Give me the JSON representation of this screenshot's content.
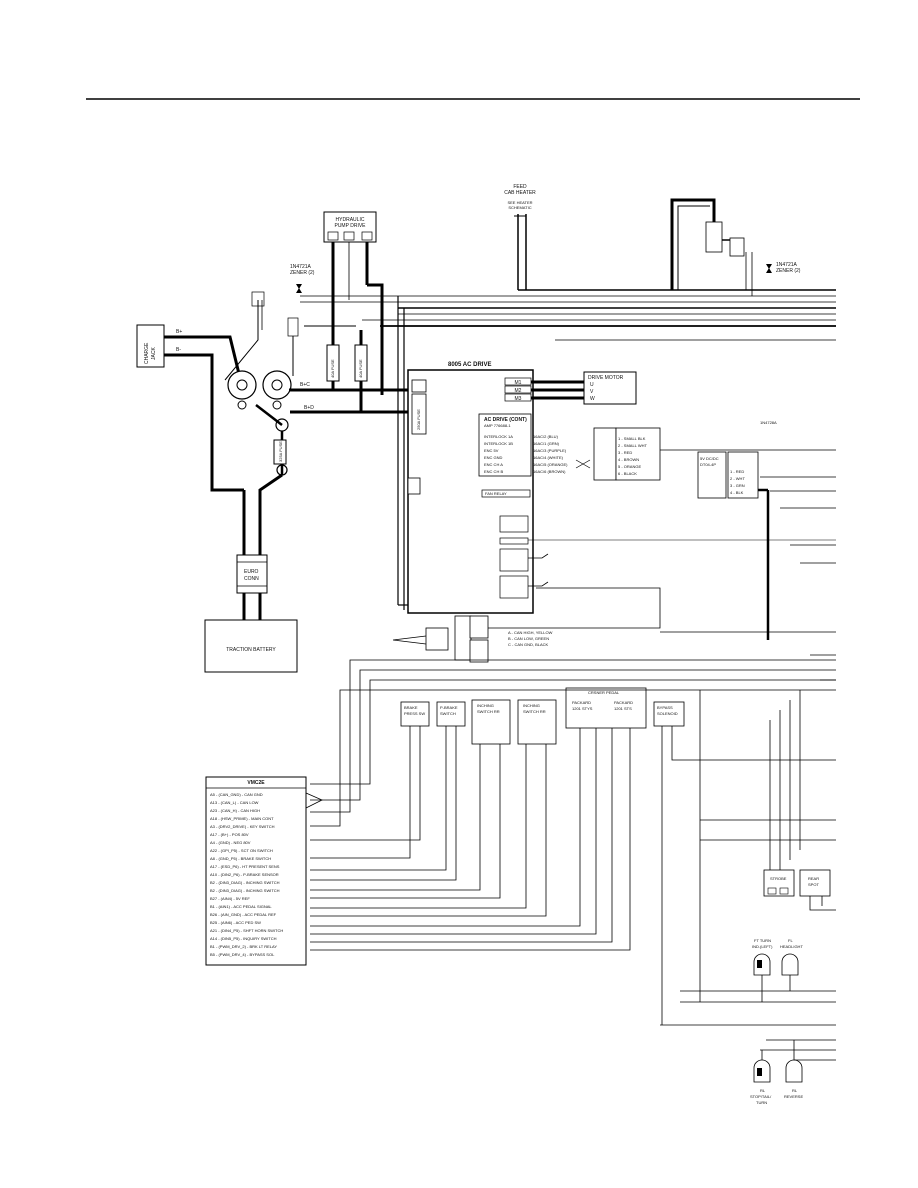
{
  "labels": {
    "feed_1": "FEED",
    "feed_2": "CAB HEATER",
    "heater_1": "SEE HEATER",
    "heater_2": "SCHEMATIC",
    "hyd_1": "HYDRAULIC",
    "hyd_2": "PUMP DRIVE",
    "diode_left_1": "1N4721A",
    "diode_left_2": "ZENER (2)",
    "diode_right_1": "1N4721A",
    "diode_right_2": "ZENER (2)",
    "charge_1": "CHARGE",
    "charge_2": "JACK",
    "b_plus": "B+",
    "b_minus": "B-",
    "ac_drive_title": "8005 AC DRIVE",
    "drive_motor": "DRIVE MOTOR",
    "motor_u": "U",
    "motor_v": "V",
    "motor_w": "W",
    "m1": "M1",
    "m2": "M2",
    "m3": "M3",
    "conn_title": "AC DRIVE (CONT)",
    "conn_sub": "AMP 776688-1",
    "fan_relay": "FAN RELAY",
    "traction_battery": "TRACTION BATTERY",
    "euro_1": "EURO",
    "euro_2": "CONN",
    "can_a": "A - CAN HIGH, YELLOW",
    "can_b": "B - CAN LOW, GREEN",
    "can_c": "C - CAN GND, BLACK",
    "brake_1": "BRAKE",
    "brake_2": "PRESS SW",
    "pbrake_1": "P-BRAKE",
    "pbrake_2": "SWITCH",
    "inch_fr_1": "INCHING",
    "inch_fr_2": "SWITCH RR",
    "inch_rr_1": "INCHING",
    "inch_rr_2": "SWITCH RR",
    "pedal": "CRSNER PEDAL",
    "packard_a1": "PACKARD",
    "packard_a2": "1201 STYS",
    "packard_b1": "PACKARD",
    "packard_b2": "1201 STS",
    "bypass_1": "BYPASS",
    "bypass_2": "SOLENOID",
    "vmc_title": "VMC2E",
    "strobe": "STROBE",
    "rear_1": "REAR",
    "rear_2": "SPOT",
    "ft_1": "FT TURN",
    "ft_2": "IND.(LEFT)",
    "hl_1": "FL",
    "hl_2": "HEADLIGHT",
    "rl_1": "RL",
    "rl_2": "STOP/TAIL/",
    "rl_3": "TURN",
    "rev_1": "RL",
    "rev_2": "REVERSE",
    "dcdc_1": "5V DC/DC",
    "dcdc_2": "DT04-4P",
    "diode_mid": "1N4728A"
  },
  "ac_pins": [
    "INTERLOCK 1A",
    "INTERLOCK 1B",
    "ENC 5V",
    "ENC GND",
    "ENC CH A",
    "ENC CH B"
  ],
  "ac_wires": [
    "16AC/2 (BLU)",
    "16AC/1 (GRN)",
    "16AC/3 (PURPLE)",
    "16AC/4 (WHITE)",
    "16AC/5 (ORANGE)",
    "16AC/6 (BROWN)"
  ],
  "enc_pins": [
    "1 - SMALL BLK",
    "2 - SMALL WHT",
    "3 - RED",
    "4 - BROWN",
    "5 - ORANGE",
    "6 - BLACK"
  ],
  "dcdc_pins": [
    "1 - RED",
    "2 - WHT",
    "3 - GRN",
    "4 - BLK"
  ],
  "vmc_rows": [
    "A5 - (CAN_GND) - CAN GND",
    "A13 - (CAN_L) - CAN LOW",
    "A23 - (CAN_H) - CAN HIGH",
    "A18 - (HSW_PRIME) - MAIN CONT",
    "A3 - (DRV2_DRIVE) - KEY SWITCH",
    "A17 - (B+) - POS 80V",
    "A4 - (GND) - NEG 80V",
    "A22 - (GPI_P5) - SCT ON SWITCH",
    "A8 - (GND_P5) - BRAKE SWITCH",
    "A17 - (ESD_P6) - HT PRESENT SENS",
    "A10 - (DIN2_P6) - P-BRAKE SENSOR",
    "B2 - (DIN3_DIAG) - INCHING SWITCH",
    "B2 - (DIN3_DIAG) - INCHING SWITCH",
    "B27 - (AIN4) - 5V REF",
    "B1 - (AIN1) - ACC PEDAL SIGNAL",
    "B26 - (AIN_GND) - ACC PEDAL REF",
    "B25 - (AIN6) - ACC PED SW",
    "A21 - (DIN4_P5) - SHFT HORN SWITCH",
    "A14 - (DIN5_P5) - INQUIRY SWITCH",
    "B1 - (PWM_DRV_2) - BRK LT RELAY",
    "B5 - (PWM_DRV_4) - BYPASS SOL"
  ]
}
